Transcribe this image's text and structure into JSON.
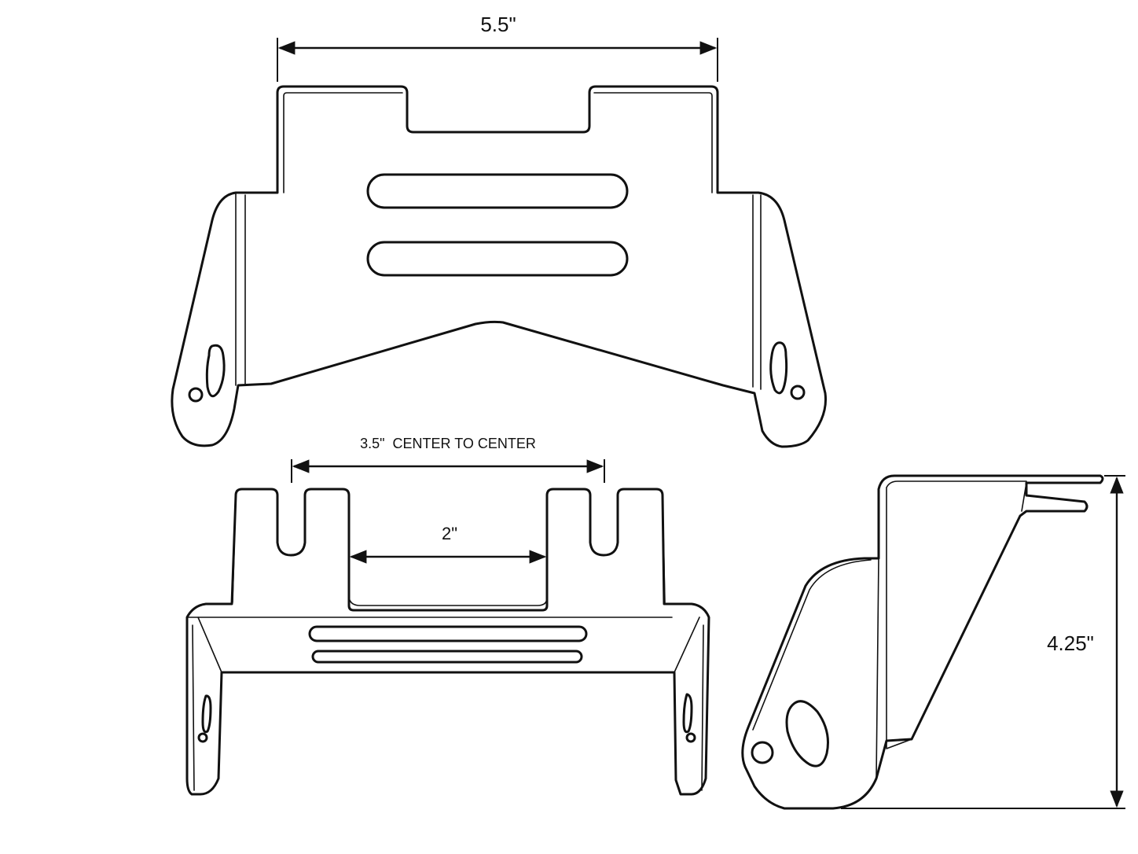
{
  "dimensions": {
    "top_width": "5.5\"",
    "center_to_center": "3.5\"  CENTER TO CENTER",
    "inner_width": "2\"",
    "side_height": "4.25\""
  },
  "colors": {
    "line": "#111111",
    "background": "#ffffff"
  }
}
